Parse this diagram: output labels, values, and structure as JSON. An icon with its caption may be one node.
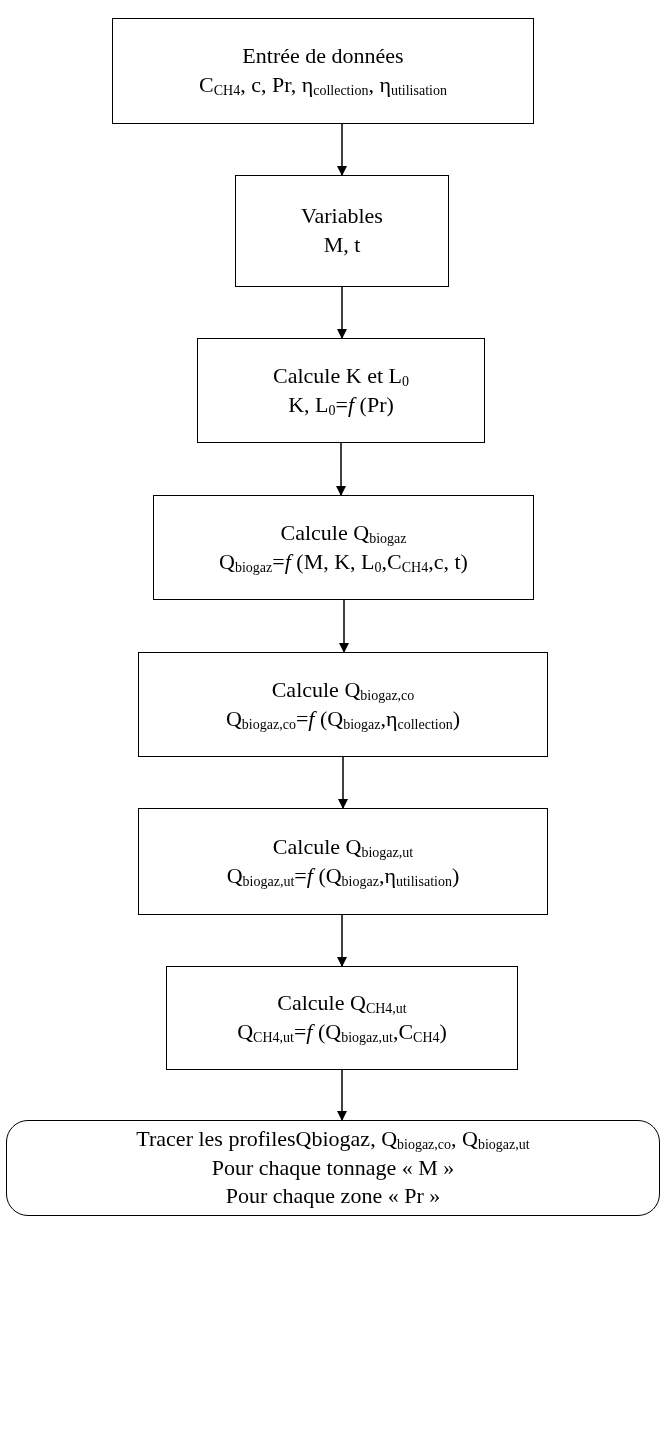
{
  "diagram": {
    "nodes": [
      {
        "text": [
          "Entrée de données",
          "C$_{CH4}$, c, Pr, η$_{collection}$, η$_{utilisation}$"
        ]
      },
      {
        "text": [
          "Variables",
          "M, t"
        ]
      },
      {
        "text": [
          "Calcule K et L$_{0}$",
          "K, L$_{0}$=*f* (Pr)"
        ]
      },
      {
        "text": [
          "Calcule Q$_{biogaz}$",
          "Q$_{biogaz}$=*f* (M, K, L$_{0}$,C$_{CH4}$,c, t)"
        ]
      },
      {
        "text": [
          "Calcule Q$_{biogaz,co}$",
          "Q$_{biogaz,co}$=*f* (Q$_{biogaz}$,η$_{collection}$)"
        ]
      },
      {
        "text": [
          "Calcule Q$_{biogaz,ut}$",
          "Q$_{biogaz,ut}$=*f* (Q$_{biogaz}$,η$_{utilisation}$)"
        ]
      },
      {
        "text": [
          "Calcule Q$_{CH4,ut}$",
          "Q$_{CH4,ut}$=*f* (Q$_{biogaz,ut}$,C$_{CH4}$)"
        ]
      },
      {
        "text": [
          "Tracer les profilesQbiogaz, Q$_{biogaz,co}$, Q$_{biogaz,ut}$",
          "Pour chaque tonnage « M »",
          "Pour chaque zone « Pr »"
        ]
      }
    ],
    "edges": [
      {
        "from": 0,
        "to": 1,
        "arrow": "to"
      },
      {
        "from": 1,
        "to": 2,
        "arrow": "to"
      },
      {
        "from": 2,
        "to": 3,
        "arrow": "to"
      },
      {
        "from": 3,
        "to": 4,
        "arrow": "to"
      },
      {
        "from": 4,
        "to": 5,
        "arrow": "to"
      },
      {
        "from": 5,
        "to": 6,
        "arrow": "to"
      },
      {
        "from": 6,
        "to": 7,
        "arrow": "to"
      }
    ]
  }
}
